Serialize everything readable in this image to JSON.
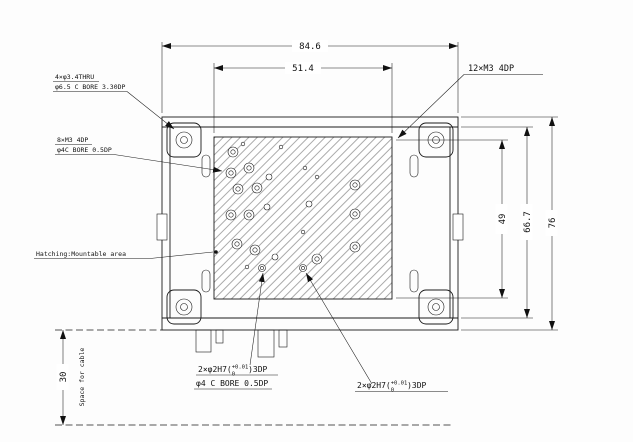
{
  "drawing": {
    "dimensions": {
      "overall_width": "84.6",
      "pattern_width": "51.4",
      "pattern_height": "49",
      "inner_height": "66.7",
      "overall_height": "76",
      "cable_space": "30"
    },
    "labels": {
      "corner_holes_line1": "4×φ3.4THRU",
      "corner_holes_line2": "φ6.5 C BORE 3.30DP",
      "tapped_holes_12": "12×M3 4DP",
      "tapped_holes_8_line1": "8×M3 4DP",
      "tapped_holes_8_line2": "φ4C BORE 0.5DP",
      "mountable_area": "Hatching:Mountable area",
      "space_for_cable": "Space for cable",
      "dowel_left": {
        "pre": "2×φ2H7(",
        "tol_upper": "+0.01",
        "tol_lower": "0",
        "post": ")3DP",
        "line2": "φ4 C BORE 0.5DP"
      },
      "dowel_right": {
        "pre": "2×φ2H7(",
        "tol_upper": "+0.01",
        "tol_lower": "0",
        "post": ")3DP"
      }
    }
  }
}
